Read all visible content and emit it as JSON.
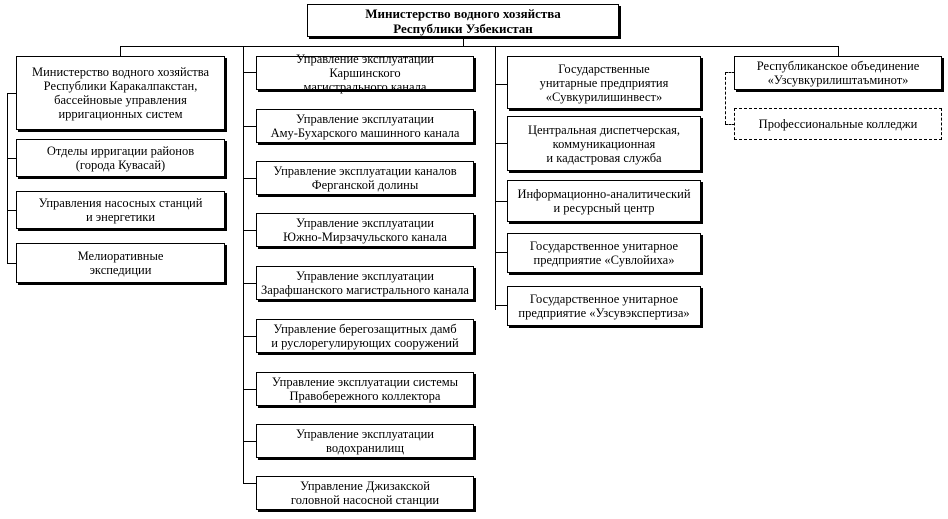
{
  "ministry": "Министерство водного хозяйства\nРеспублики Узбекистан",
  "col1": [
    "Министерство водного хозяйства\nРеспублики Каракалпакстан,\nбассейновые управления\nирригационных систем",
    "Отделы ирригации районов\n(города Кувасай)",
    "Управления насосных станций\nи энергетики",
    "Мелиоративные\nэкспедиции"
  ],
  "col2": [
    "Управление эксплуатации Каршинского\nмагистрального канала",
    "Управление эксплуатации\nАму-Бухарского машинного канала",
    "Управление эксплуатации каналов\nФерганской долины",
    "Управление эксплуатации\nЮжно-Мирзачульского канала",
    "Управление эксплуатации\nЗарафшанского магистрального канала",
    "Управление берегозащитных дамб\nи руслорегулирующих сооружений",
    "Управление эксплуатации системы\nПравобережного коллектора",
    "Управление эксплуатации\nводохранилищ",
    "Управление Джизакской\nголовной насосной станции"
  ],
  "col3": [
    "Государственные\nунитарные предприятия\n«Сувкурилишинвест»",
    "Центральная диспетчерская,\nкоммуникационная\nи кадастровая служба",
    "Информационно-аналитический\nи ресурсный центр",
    "Государственное унитарное\nпредприятие «Сувлойиха»",
    "Государственное унитарное\nпредприятие «Узсувэкспертиза»"
  ],
  "col4": [
    "Республиканское объединение\n«Узсувкурилиштаъминот»",
    "Профессиональные колледжи"
  ]
}
